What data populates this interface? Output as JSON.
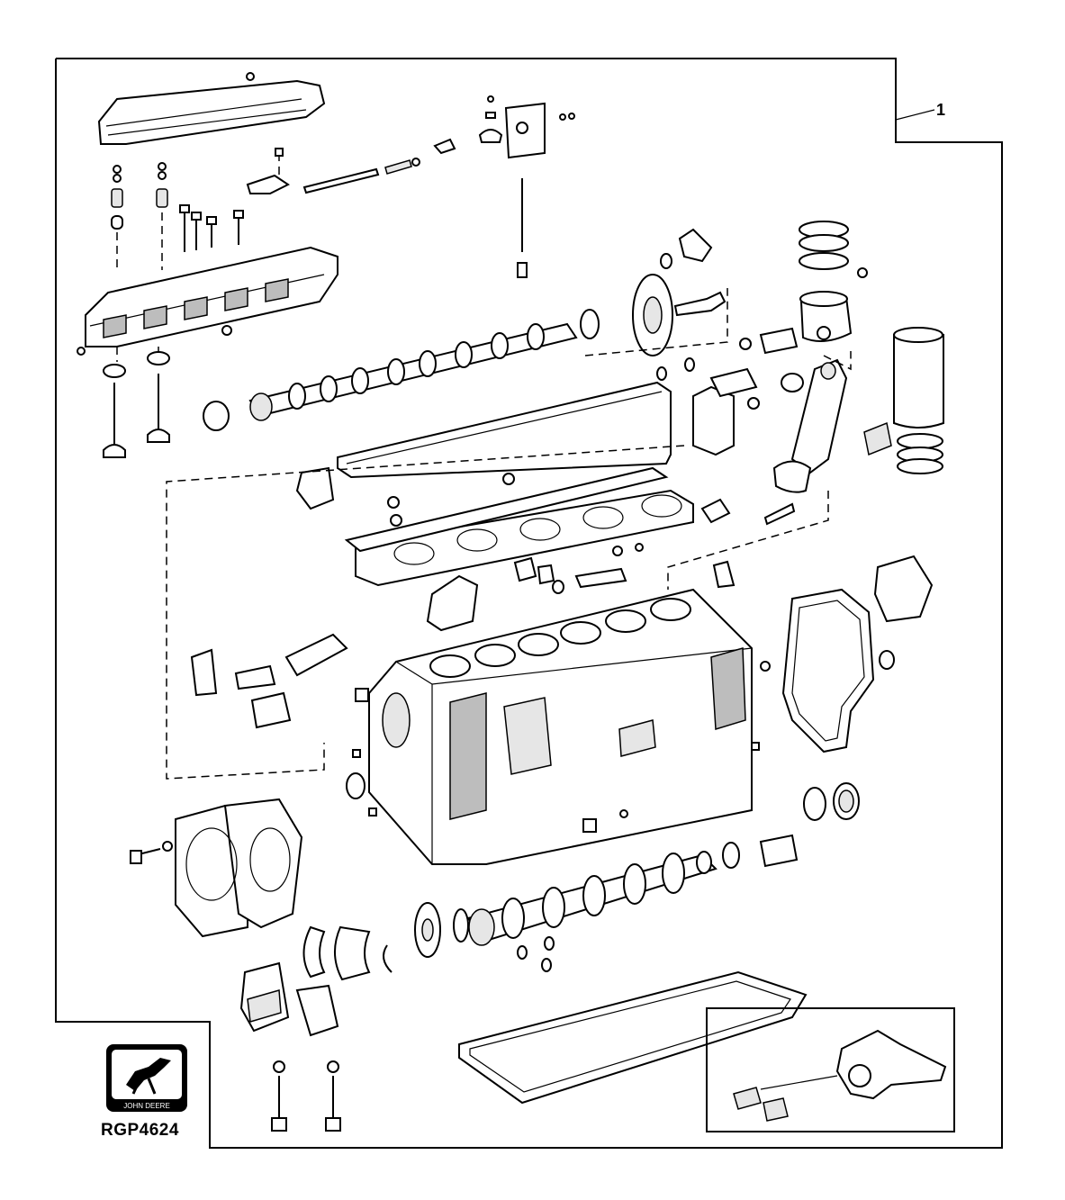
{
  "callout": {
    "number": "1"
  },
  "figure": {
    "id": "RGP4624"
  },
  "logo": {
    "text": "JOHN DEERE",
    "colors": {
      "ink": "#000000",
      "paper": "#ffffff"
    }
  },
  "icons": [
    "john-deere-logo-icon"
  ]
}
